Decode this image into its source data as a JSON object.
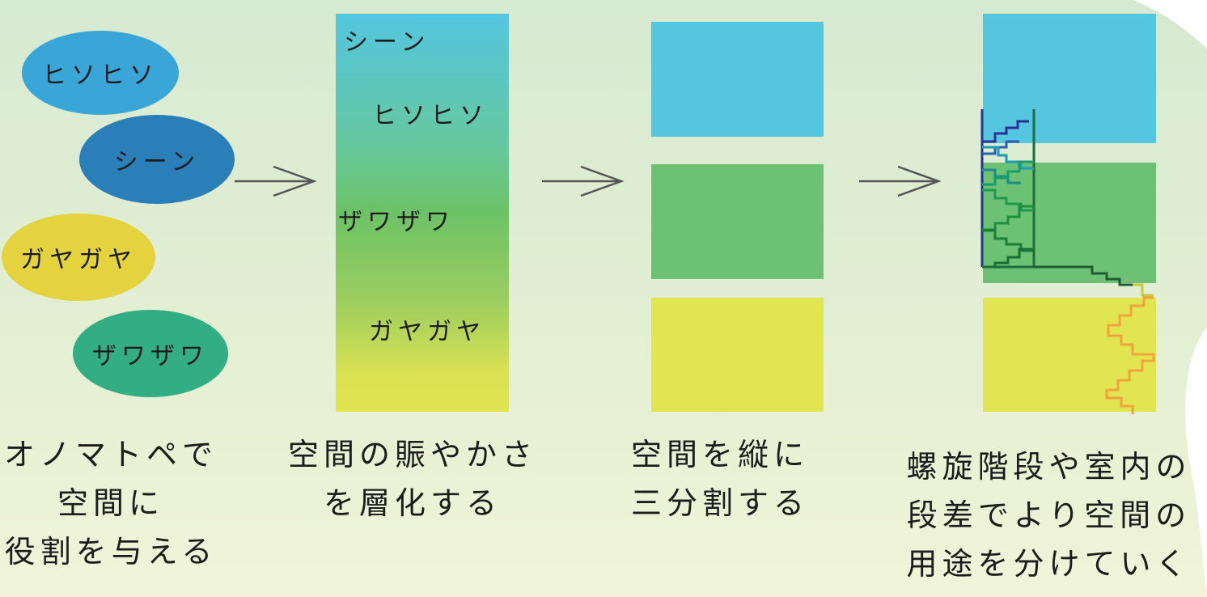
{
  "colors": {
    "blue": "#54c6e0",
    "green": "#6cc174",
    "yellow": "#e2e552",
    "ellipse_hisohiso": "#3aa6d8",
    "ellipse_shiin": "#2b7fb8",
    "ellipse_gayagaya": "#e4d23e",
    "ellipse_zawazawa": "#32ad84",
    "arrow": "#555555"
  },
  "onomatopoeia": {
    "hisohiso": "ヒソヒソ",
    "shiin": "シーン",
    "gayagaya": "ガヤガヤ",
    "zawazawa": "ザワザワ"
  },
  "gradient_column": {
    "shiin": "シーン",
    "hisohiso": "ヒソヒソ",
    "zawazawa": "ザワザワ",
    "gayagaya": "ガヤガヤ"
  },
  "captions": {
    "step1": [
      "オノマトペで",
      "空間に",
      "役割を与える"
    ],
    "step2": [
      "空間の賑やかさ",
      "を層化する"
    ],
    "step3": [
      "空間を縦に",
      "三分割する"
    ],
    "step4": [
      "螺旋階段や室内の",
      "段差でより空間の",
      "用途を分けていく"
    ]
  }
}
